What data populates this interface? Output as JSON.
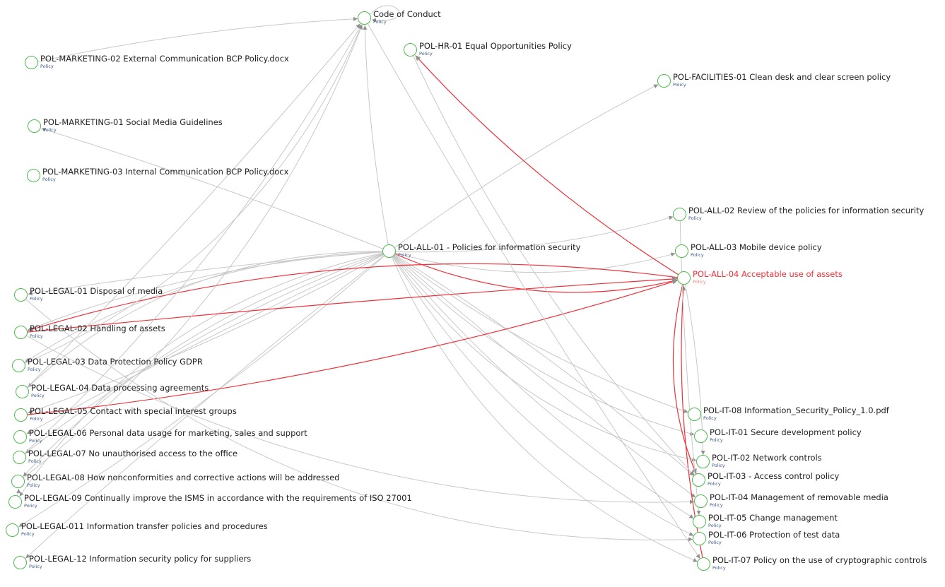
{
  "colors": {
    "edge": "#c8c8c8",
    "highlight_edge": "#f0303a",
    "node_border": "#4cbb4c",
    "highlight_label": "#f0303a"
  },
  "nodes": [
    {
      "id": 0,
      "label": "Code of Conduct",
      "type": "Policy"
    },
    {
      "id": 1,
      "label": "POL-HR-01 Equal Opportunities Policy",
      "type": "Policy"
    },
    {
      "id": 2,
      "label": "POL-MARKETING-02 External Communication BCP Policy.docx",
      "type": "Policy"
    },
    {
      "id": 3,
      "label": "POL-MARKETING-01 Social Media Guidelines",
      "type": "Policy"
    },
    {
      "id": 4,
      "label": "POL-MARKETING-03 Internal Communication BCP Policy.docx",
      "type": "Policy"
    },
    {
      "id": 5,
      "label": "POL-FACILITIES-01 Clean desk and clear screen policy",
      "type": "Policy"
    },
    {
      "id": 6,
      "label": "POL-ALL-01 - Policies for information security",
      "type": "Policy"
    },
    {
      "id": 7,
      "label": "POL-ALL-02 Review of the policies for information security",
      "type": "Policy"
    },
    {
      "id": 8,
      "label": "POL-ALL-03 Mobile device policy",
      "type": "Policy"
    },
    {
      "id": 9,
      "label": "POL-ALL-04 Acceptable use of assets",
      "type": "Policy",
      "highlighted": true
    },
    {
      "id": 10,
      "label": "POL-LEGAL-01 Disposal of media",
      "type": "Policy"
    },
    {
      "id": 11,
      "label": "POL-LEGAL-02 Handling of assets",
      "type": "Policy"
    },
    {
      "id": 12,
      "label": "POL-LEGAL-03 Data Protection Policy GDPR",
      "type": "Policy"
    },
    {
      "id": 13,
      "label": "POL-LEGAL-04 Data processing agreements",
      "type": "Policy"
    },
    {
      "id": 14,
      "label": "POL-LEGAL-05 Contact with special interest groups",
      "type": "Policy"
    },
    {
      "id": 15,
      "label": "POL-LEGAL-06 Personal data usage for marketing, sales and support",
      "type": "Policy"
    },
    {
      "id": 16,
      "label": "POL-LEGAL-07 No unauthorised access to the office",
      "type": "Policy"
    },
    {
      "id": 17,
      "label": "POL-LEGAL-08 How nonconformities and corrective actions will be addressed",
      "type": "Policy"
    },
    {
      "id": 18,
      "label": "POL-LEGAL-09 Continually improve the ISMS in accordance with the requirements of ISO 27001",
      "type": "Policy"
    },
    {
      "id": 19,
      "label": "POL-LEGAL-011 Information transfer policies and procedures",
      "type": "Policy"
    },
    {
      "id": 20,
      "label": "POL-LEGAL-12 Information security policy for suppliers",
      "type": "Policy"
    },
    {
      "id": 21,
      "label": "POL-IT-08 Information_Security_Policy_1.0.pdf",
      "type": "Policy"
    },
    {
      "id": 22,
      "label": "POL-IT-01 Secure development policy",
      "type": "Policy"
    },
    {
      "id": 23,
      "label": "POL-IT-02 Network controls",
      "type": "Policy"
    },
    {
      "id": 24,
      "label": "POL-IT-03 - Access control policy",
      "type": "Policy"
    },
    {
      "id": 25,
      "label": "POL-IT-04 Management of removable media",
      "type": "Policy"
    },
    {
      "id": 26,
      "label": "POL-IT-05 Change management",
      "type": "Policy"
    },
    {
      "id": 27,
      "label": "POL-IT-06 Protection of test data",
      "type": "Policy"
    },
    {
      "id": 28,
      "label": "POL-IT-07 Policy on the use of cryptographic controls",
      "type": "Policy"
    }
  ],
  "edges": [
    {
      "from": 6,
      "to": 0
    },
    {
      "from": 6,
      "to": 3
    },
    {
      "from": 6,
      "to": 7
    },
    {
      "from": 6,
      "to": 8
    },
    {
      "from": 6,
      "to": 9,
      "highlighted": true
    },
    {
      "from": 6,
      "to": 5
    },
    {
      "from": 6,
      "to": 10
    },
    {
      "from": 6,
      "to": 11
    },
    {
      "from": 6,
      "to": 12
    },
    {
      "from": 6,
      "to": 13
    },
    {
      "from": 6,
      "to": 14
    },
    {
      "from": 6,
      "to": 15
    },
    {
      "from": 6,
      "to": 16
    },
    {
      "from": 6,
      "to": 17
    },
    {
      "from": 6,
      "to": 18
    },
    {
      "from": 6,
      "to": 19
    },
    {
      "from": 6,
      "to": 20
    },
    {
      "from": 6,
      "to": 21
    },
    {
      "from": 6,
      "to": 22
    },
    {
      "from": 6,
      "to": 23
    },
    {
      "from": 6,
      "to": 24
    },
    {
      "from": 6,
      "to": 25
    },
    {
      "from": 6,
      "to": 26
    },
    {
      "from": 6,
      "to": 27
    },
    {
      "from": 6,
      "to": 28
    },
    {
      "from": 9,
      "to": 1,
      "highlighted": true
    },
    {
      "from": 11,
      "to": 9,
      "highlighted": true
    },
    {
      "from": 14,
      "to": 9,
      "highlighted": true
    },
    {
      "from": 9,
      "to": 11,
      "highlighted": true
    },
    {
      "from": 9,
      "to": 24,
      "highlighted": true
    },
    {
      "from": 28,
      "to": 9,
      "highlighted": true
    },
    {
      "from": 13,
      "to": 0
    },
    {
      "from": 16,
      "to": 0
    },
    {
      "from": 17,
      "to": 0
    },
    {
      "from": 12,
      "to": 0
    },
    {
      "from": 2,
      "to": 0
    },
    {
      "from": 0,
      "to": 28
    },
    {
      "from": 1,
      "to": 24
    },
    {
      "from": 11,
      "to": 25
    },
    {
      "from": 10,
      "to": 27
    },
    {
      "from": 9,
      "to": 23
    },
    {
      "from": 7,
      "to": 26
    },
    {
      "from": 18,
      "to": 17
    },
    {
      "from": 0,
      "to": 0
    }
  ]
}
